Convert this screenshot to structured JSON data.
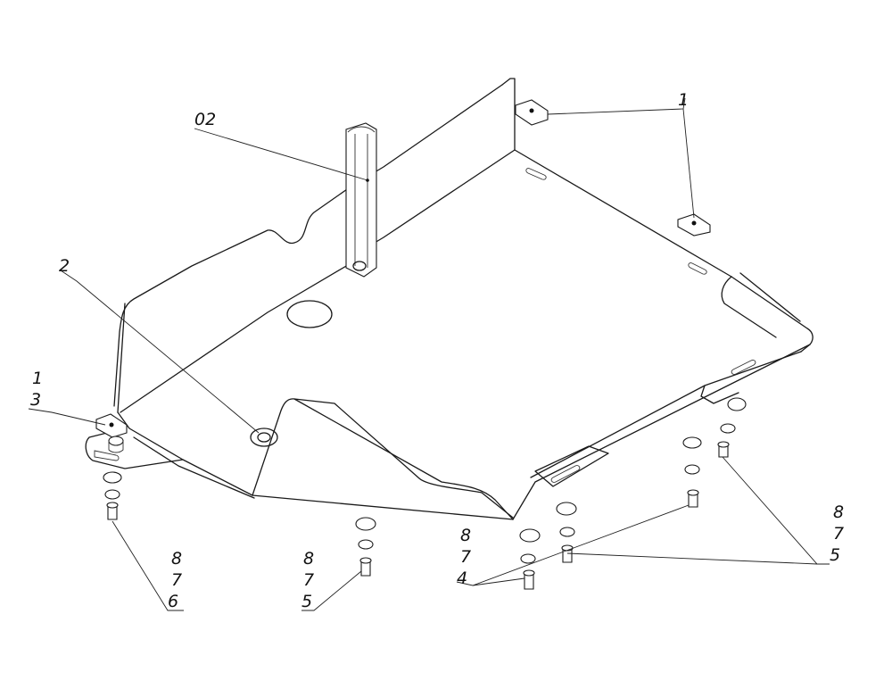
{
  "callouts": {
    "top_right_1": "1",
    "bracket_02": "02",
    "plug_2": "2",
    "left_1": "1",
    "left_3": "3",
    "bl_8": "8",
    "bl_7": "7",
    "bl_6": "6",
    "bc_8": "8",
    "bc_7": "7",
    "bc_5": "5",
    "mid_8": "8",
    "mid_7": "7",
    "mid_4": "4",
    "r_8": "8",
    "r_7": "7",
    "r_5": "5"
  }
}
